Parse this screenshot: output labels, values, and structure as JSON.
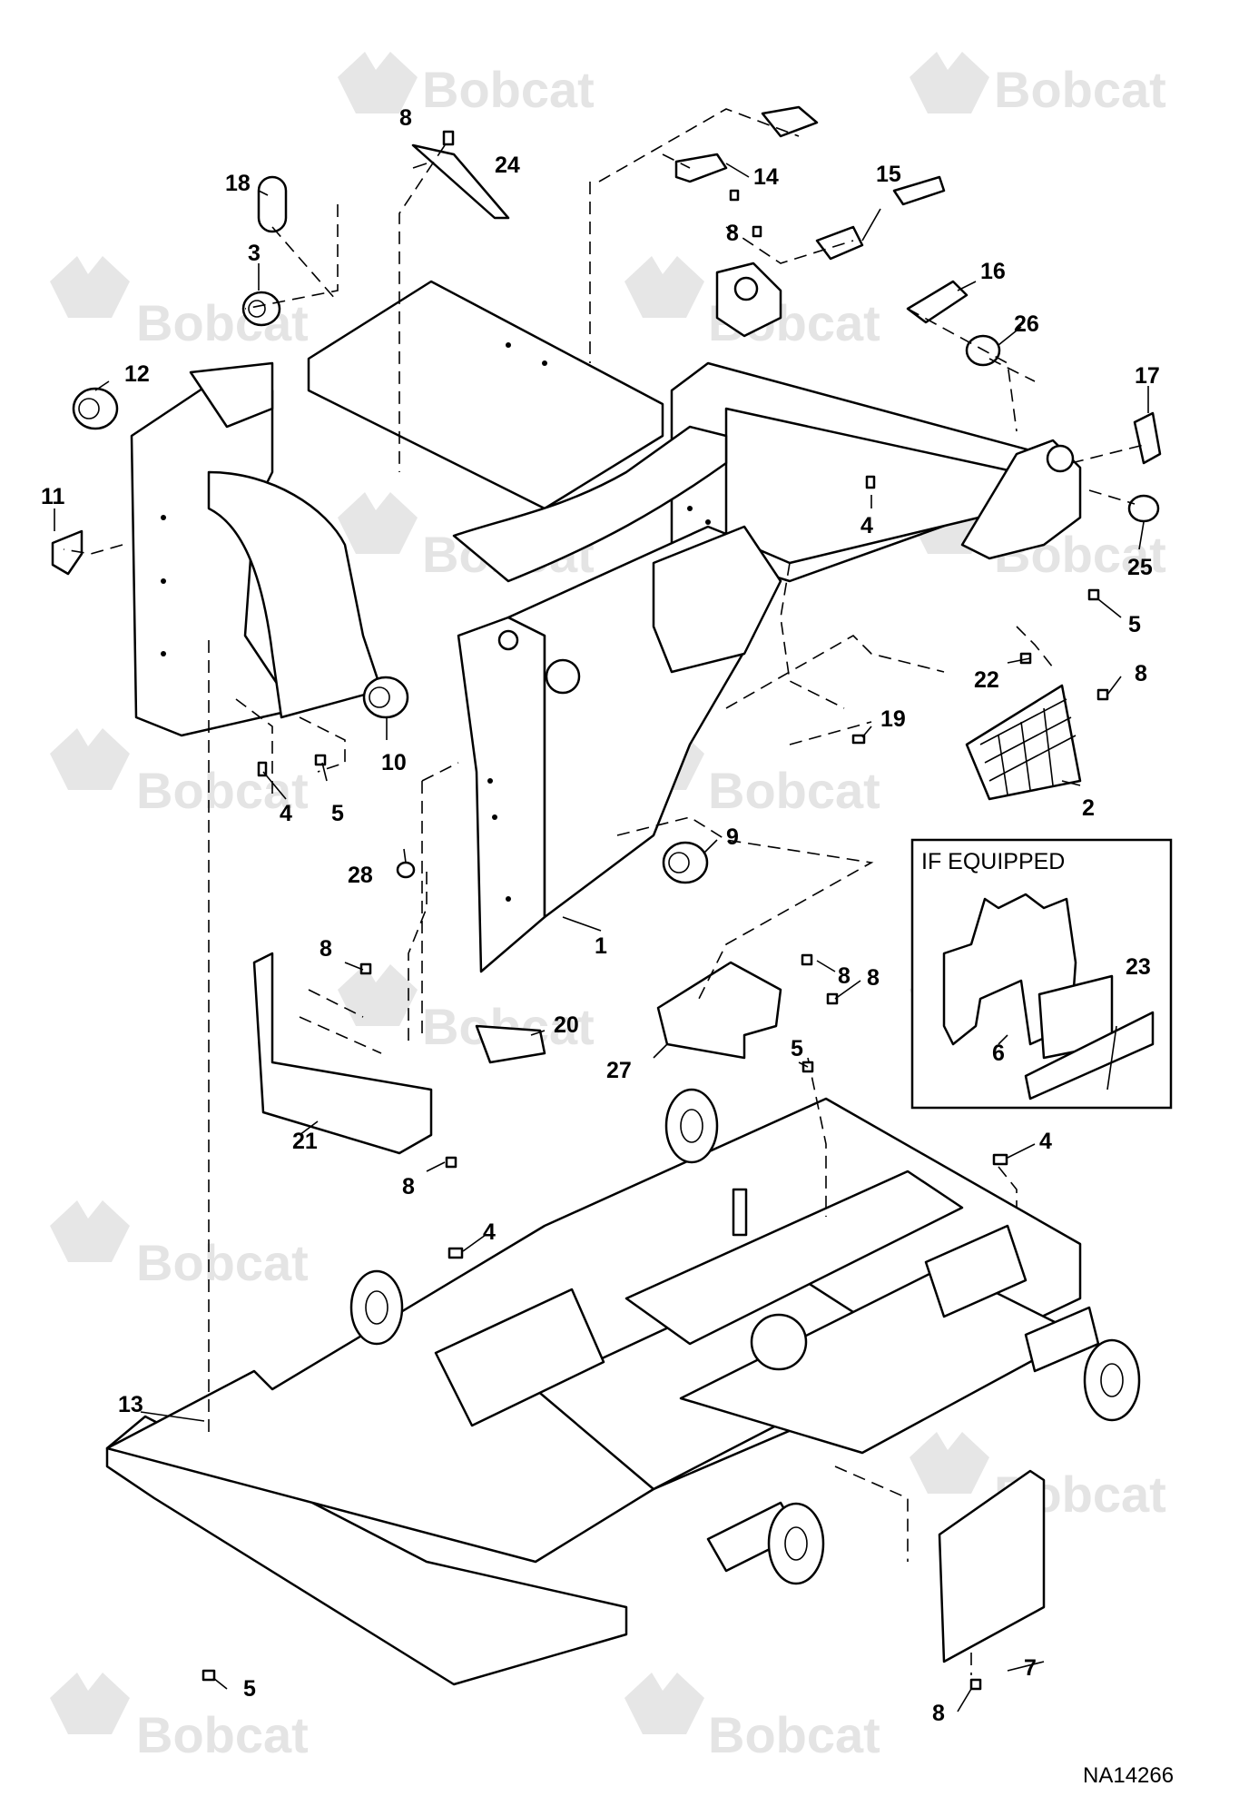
{
  "watermark": {
    "brand": "Bobcat"
  },
  "inset_box": {
    "title": "IF EQUIPPED"
  },
  "drawing_number": "NA14266",
  "callouts": {
    "c1": "1",
    "c2": "2",
    "c3": "3",
    "c4a": "4",
    "c4b": "4",
    "c4c": "4",
    "c4d": "4",
    "c5a": "5",
    "c5b": "5",
    "c5c": "5",
    "c5d": "5",
    "c6": "6",
    "c7": "7",
    "c8a": "8",
    "c8b": "8",
    "c8c": "8",
    "c8d": "8",
    "c8e": "8",
    "c8f": "8",
    "c8g": "8",
    "c8h": "8",
    "c9": "9",
    "c10": "10",
    "c11": "11",
    "c12": "12",
    "c13": "13",
    "c14": "14",
    "c15": "15",
    "c16": "16",
    "c17": "17",
    "c18": "18",
    "c19": "19",
    "c20": "20",
    "c21": "21",
    "c22": "22",
    "c23": "23",
    "c24": "24",
    "c25": "25",
    "c26": "26",
    "c27": "27",
    "c28": "28"
  }
}
